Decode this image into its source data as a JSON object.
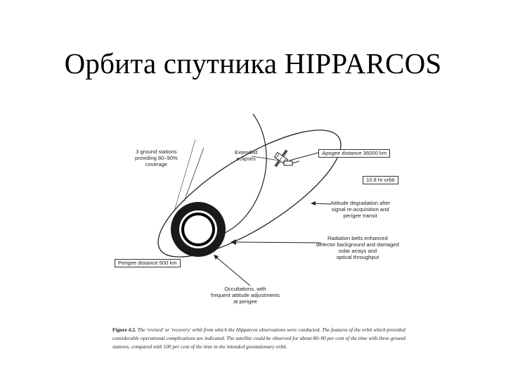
{
  "slide": {
    "title": "Орбита спутника HIPPARCOS"
  },
  "figure": {
    "labels": {
      "ground_stations": [
        "3 ground stations",
        "providing 80–90%",
        "coverage"
      ],
      "extended_eclipses": [
        "Extended",
        "eclipses"
      ],
      "apogee": "Apogee distance 36000 km",
      "orbit_period": "10.8 hr orbit",
      "attitude": [
        "Attitude degradation after",
        "signal re-acquisition and",
        "perigee transit"
      ],
      "radiation": [
        "Radiation belts enhanced",
        "detector background and damaged",
        "solar arrays and",
        "optical throughput"
      ],
      "perigee": "Perigee distance 500 km",
      "occultations": [
        "Occultations, with",
        "frequent attitude adjustments",
        "at perigee"
      ]
    },
    "caption": {
      "label": "Figure 4.2.",
      "text": "The 'revised' or 'recovery' orbit from which the Hipparcos observations were conducted. The features of the orbit which provided considerable operational complications are indicated. The satellite could be observed for about 80–90 per cent of the time with three ground stations, compared with 100 per cent of the time in the intended geostationary orbit."
    }
  }
}
